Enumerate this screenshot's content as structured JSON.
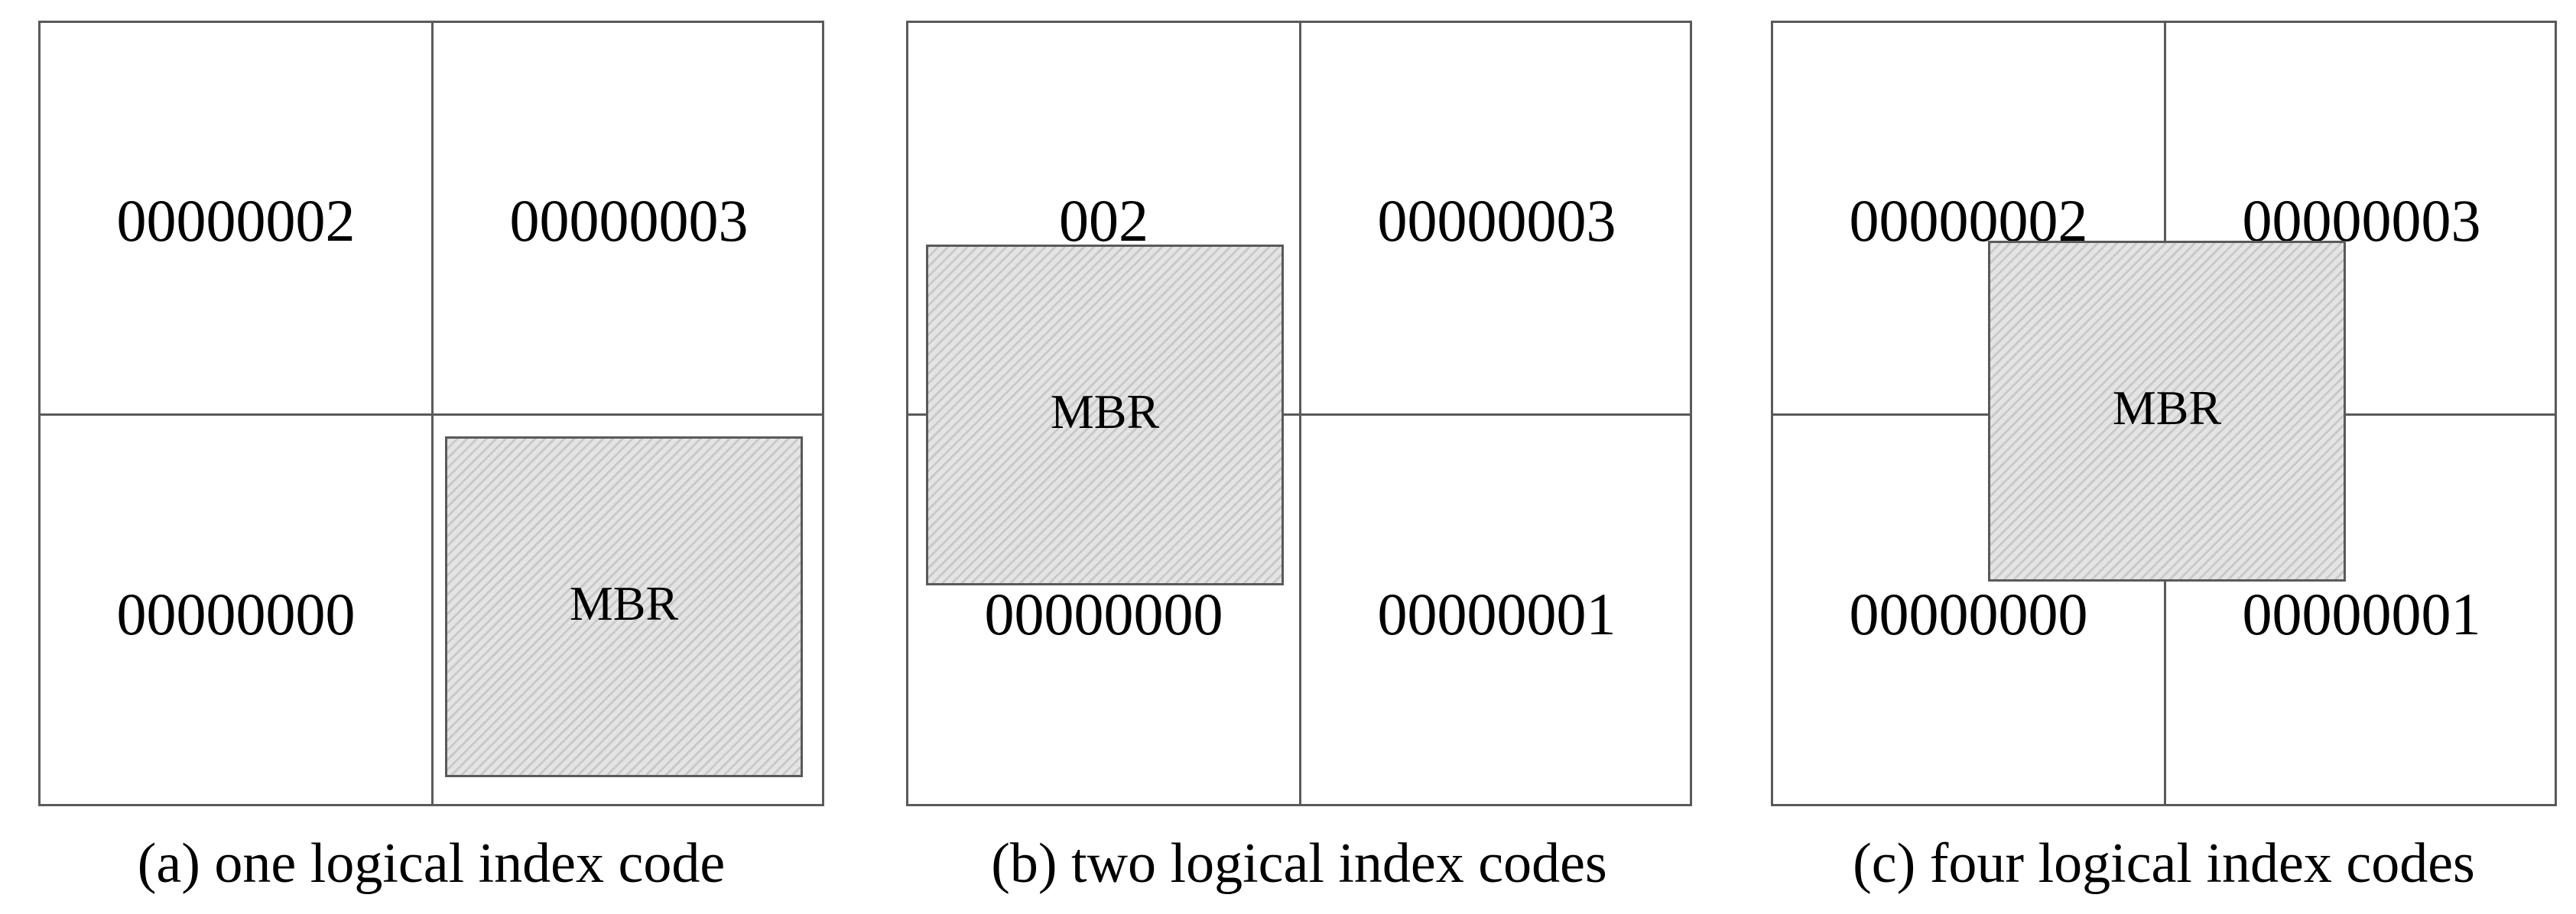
{
  "panels": [
    {
      "caption": "(a) one logical index code",
      "cells": {
        "top_left": "00000002",
        "top_right": "00000003",
        "bottom_left": "00000000",
        "bottom_right": ""
      },
      "mbr_label": "MBR"
    },
    {
      "caption": "(b) two logical index codes",
      "cells": {
        "top_left": "002",
        "top_right": "00000003",
        "bottom_left": "00000000",
        "bottom_right": "00000001"
      },
      "mbr_label": "MBR"
    },
    {
      "caption": "(c) four logical index codes",
      "cells": {
        "top_left": "00000002",
        "top_right": "00000003",
        "bottom_left": "00000000",
        "bottom_right": "00000001"
      },
      "mbr_label": "MBR"
    }
  ]
}
